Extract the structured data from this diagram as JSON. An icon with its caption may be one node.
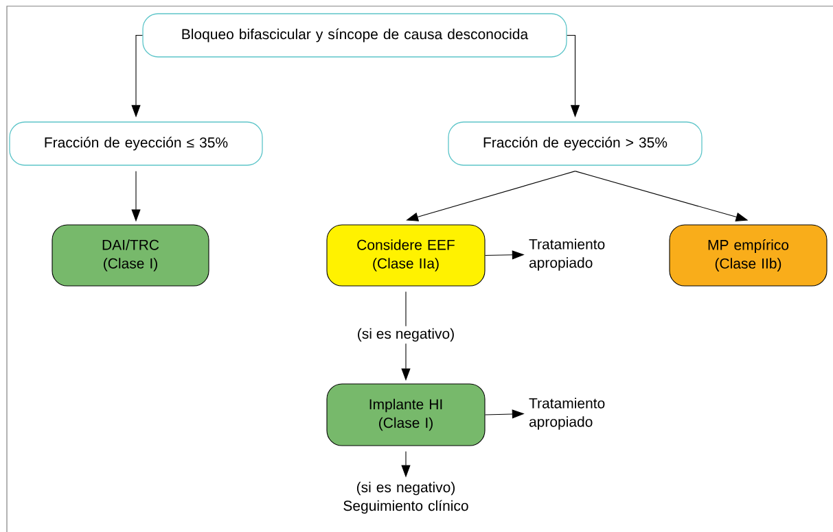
{
  "diagram": {
    "nodes": [
      {
        "text": [
          "Bloqueo bifascicular y síncope de causa desconocida"
        ]
      },
      {
        "text": [
          "Fracción de eyección ≤ 35%"
        ]
      },
      {
        "text": [
          "Fracción de eyección > 35%"
        ]
      },
      {
        "text": [
          "DAI/TRC (Clase I)"
        ]
      },
      {
        "text": [
          "Considere EEF (Clase IIa)"
        ]
      },
      {
        "text": [
          "Tratamiento apropiado"
        ]
      },
      {
        "text": [
          "MP empírico (Clase IIb)"
        ]
      },
      {
        "text": [
          "Implante HI (Clase I)"
        ]
      },
      {
        "text": [
          "Tratamiento apropiado"
        ]
      },
      {
        "text": [
          "(si es negativo) Seguimiento clínico"
        ]
      }
    ],
    "edges": [
      {
        "from": 0,
        "to": 1,
        "arrow": "to"
      },
      {
        "from": 0,
        "to": 2,
        "arrow": "to"
      },
      {
        "from": 1,
        "to": 3,
        "arrow": "to"
      },
      {
        "from": 2,
        "to": 4,
        "arrow": "to"
      },
      {
        "from": 2,
        "to": 6,
        "arrow": "to"
      },
      {
        "from": 4,
        "to": 5,
        "arrow": "to"
      },
      {
        "from": 4,
        "to": 7,
        "arrow": "to",
        "label": "(si es negativo)"
      },
      {
        "from": 7,
        "to": 8,
        "arrow": "to"
      },
      {
        "from": 7,
        "to": 9,
        "arrow": "to"
      }
    ]
  }
}
